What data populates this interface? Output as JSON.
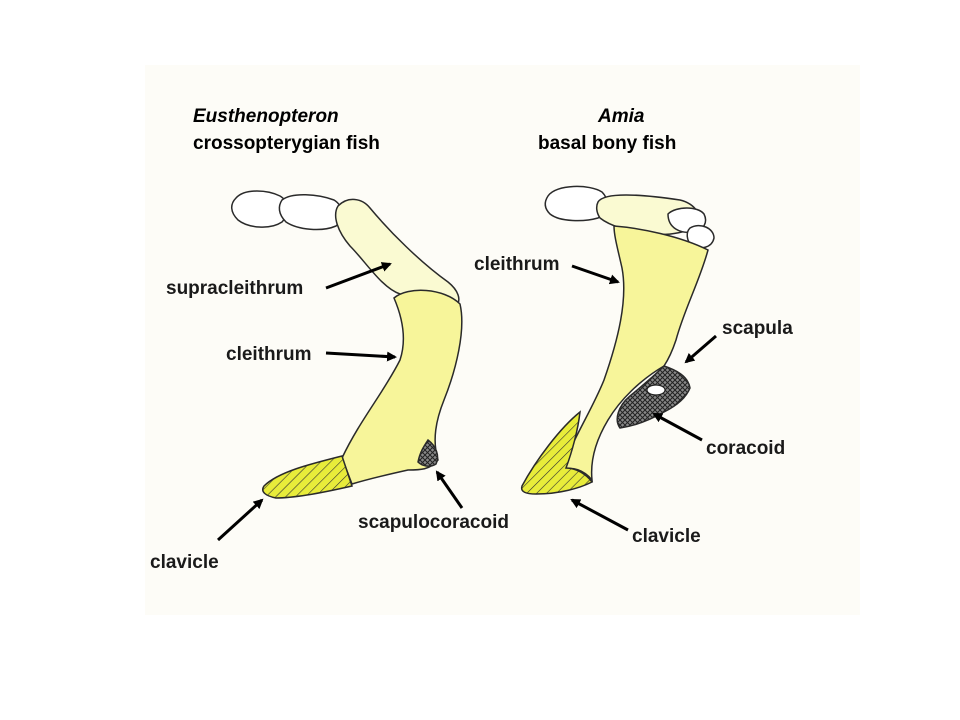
{
  "left_figure": {
    "genus": "Eusthenopteron",
    "description": "crossopterygian fish",
    "labels": {
      "supracleithrum": "supracleithrum",
      "cleithrum": "cleithrum",
      "scapulocoracoid": "scapulocoracoid",
      "clavicle": "clavicle"
    }
  },
  "right_figure": {
    "genus": "Amia",
    "description": "basal bony fish",
    "labels": {
      "cleithrum": "cleithrum",
      "scapula": "scapula",
      "coracoid": "coracoid",
      "clavicle": "clavicle"
    }
  },
  "colors": {
    "cleithrum_fill": "#f7f59a",
    "supracleithrum_fill": "#fafad2",
    "clavicle_fill": "#e8ec3a",
    "scapulocoracoid_fill": "#555555",
    "arrow": "#000000"
  }
}
